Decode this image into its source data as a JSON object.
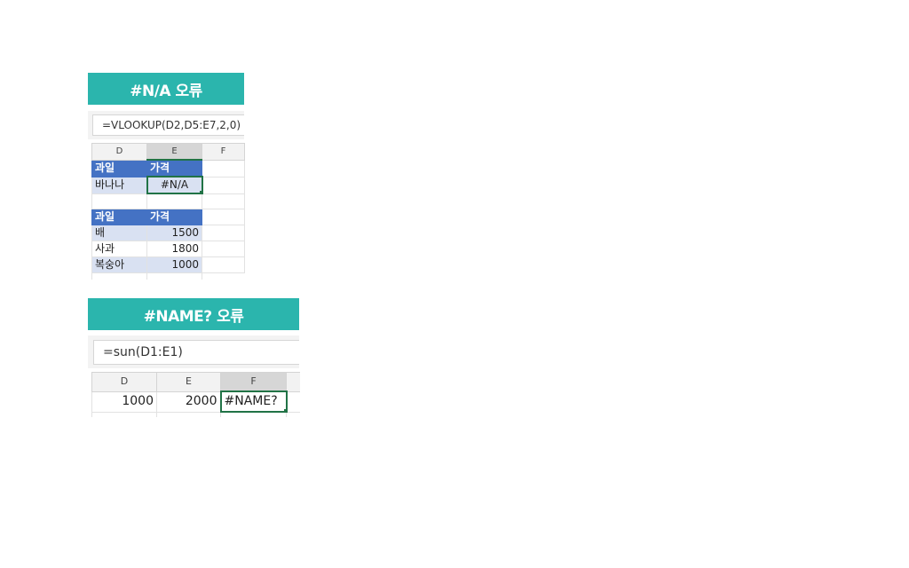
{
  "panel1": {
    "title": "#N/A 오류",
    "formula": "=VLOOKUP(D2,D5:E7,2,0)",
    "columns": [
      "D",
      "E",
      "F"
    ],
    "header1": [
      "과일",
      "가격"
    ],
    "lookup_row": [
      "바나나",
      "#N/A"
    ],
    "header2": [
      "과일",
      "가격"
    ],
    "rows": [
      {
        "fruit": "배",
        "price": "1500"
      },
      {
        "fruit": "사과",
        "price": "1800"
      },
      {
        "fruit": "복숭아",
        "price": "1000"
      }
    ]
  },
  "panel2": {
    "title": "#NAME? 오류",
    "formula": "=sun(D1:E1)",
    "columns": [
      "D",
      "E",
      "F"
    ],
    "row": [
      "1000",
      "2000",
      "#NAME?"
    ]
  },
  "colors": {
    "banner": "#2bb5ad",
    "table_header": "#4472c4",
    "band": "#d9e1f2",
    "selection": "#217346"
  }
}
